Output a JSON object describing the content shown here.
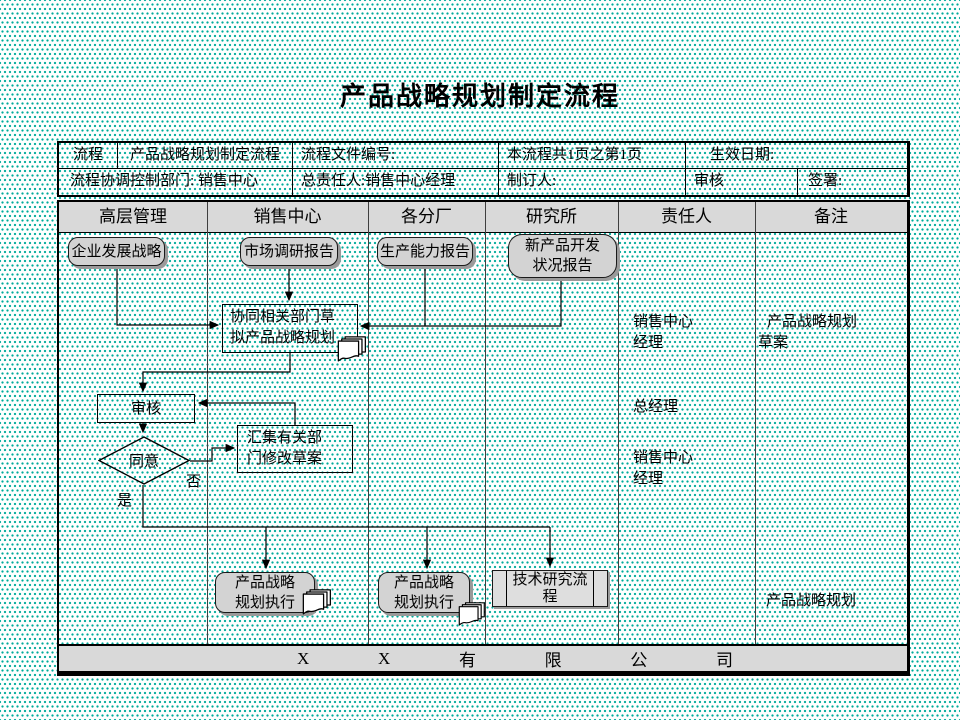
{
  "title": "产品战略规划制定流程",
  "info_table": {
    "row1": [
      "流程",
      "产品战略规划制定流程",
      "流程文件编号:",
      "本流程共1页之第1页",
      "生效日期:"
    ],
    "row2": [
      "流程协调控制部门: 销售中心",
      "总责任人:销售中心经理",
      "制订人:",
      "审核",
      "签署:"
    ]
  },
  "lanes": [
    "高层管理",
    "销售中心",
    "各分厂",
    "研究所",
    "责任人",
    "备注"
  ],
  "nodes": {
    "enterprise_strategy": "企业发展战略",
    "market_research_report": "市场调研报告",
    "production_capacity_report": "生产能力报告",
    "new_product_status_report": "新产品开发\n状况报告",
    "draft_strategy": "协同相关部门草\n拟产品战略规划",
    "review": "审核",
    "approve": "同意",
    "revise_draft": "汇集有关部\n门修改草案",
    "execute_plan_sales": "产品战略\n规划执行",
    "execute_plan_factory": "产品战略\n规划执行",
    "tech_research_process": "技术研究流\n程"
  },
  "edge_labels": {
    "no": "否",
    "yes": "是"
  },
  "responsible": [
    "销售中心\n经理",
    "总经理",
    "销售中心\n经理"
  ],
  "remarks": [
    "产品战略规划\n草案",
    "产品战略规划"
  ],
  "footer": {
    "chars": [
      "X",
      "X",
      "有",
      "限",
      "公",
      "司"
    ]
  },
  "colors": {
    "dot_pattern": "#00ab9b",
    "lane_header_bg": "#d9d9d9",
    "node_fill": "#d3d3d3",
    "shadow": "#9a9a9a",
    "line": "#000000"
  }
}
